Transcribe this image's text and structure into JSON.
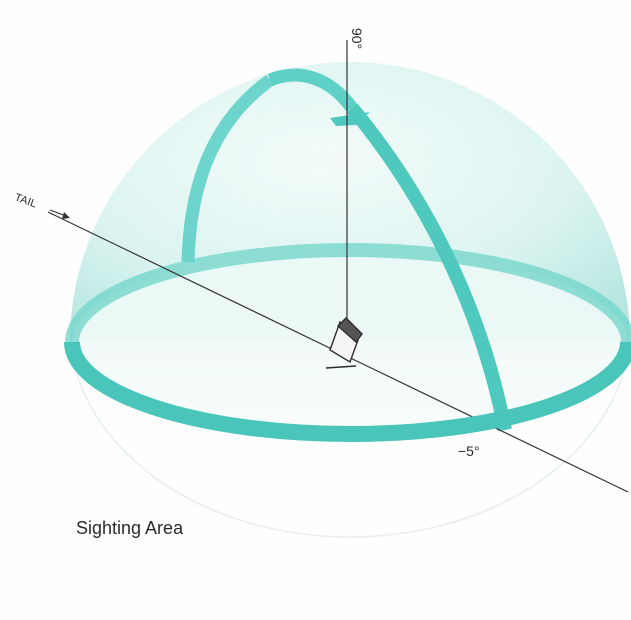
{
  "labels": {
    "zenith": "90°",
    "tail": "TAIL",
    "minus_five": "−5°",
    "caption": "Sighting Area"
  },
  "colors": {
    "dome": "#bfe9e3",
    "band": "#5fd0c6",
    "band_dark": "#3fbdb2",
    "line": "#2f2f2f"
  }
}
